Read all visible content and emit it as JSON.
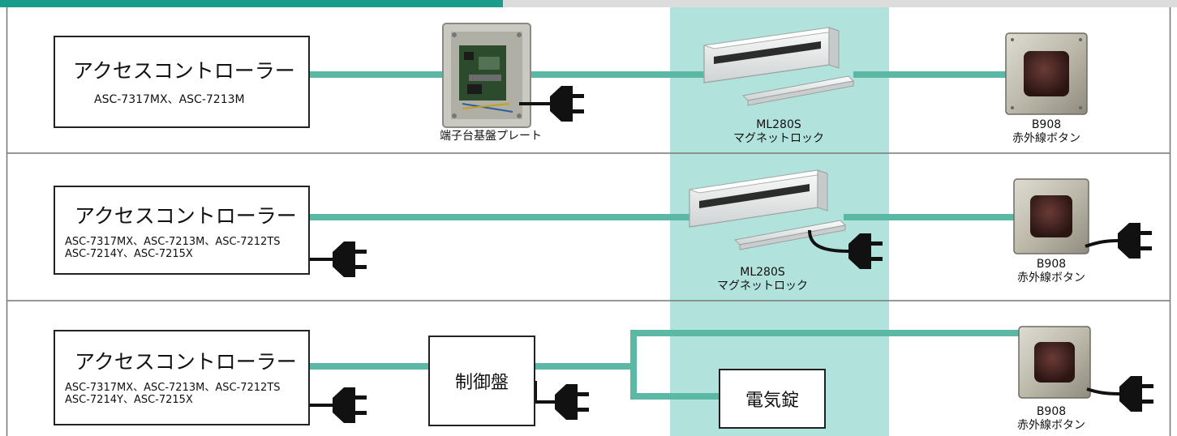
{
  "colors": {
    "header_teal": "#1a9c8a",
    "header_gray": "#dcdcdc",
    "highlight_column": "#b2e2dc",
    "wire": "#5bb8a4",
    "frame": "#777777",
    "plug": "#111111"
  },
  "rows": [
    {
      "controller_title": "アクセスコントローラー",
      "controller_models": [
        "ASC-7317MX、ASC-7213M"
      ],
      "terminal_plate_label": "端子台基盤プレート",
      "lock_model": "ML280S",
      "lock_name": "マグネットロック",
      "button_model": "B908",
      "button_name": "赤外線ボタン"
    },
    {
      "controller_title": "アクセスコントローラー",
      "controller_models": [
        "ASC-7317MX、ASC-7213M、ASC-7212TS",
        "ASC-7214Y、ASC-7215X"
      ],
      "lock_model": "ML280S",
      "lock_name": "マグネットロック",
      "button_model": "B908",
      "button_name": "赤外線ボタン"
    },
    {
      "controller_title": "アクセスコントローラー",
      "controller_models": [
        "ASC-7317MX、ASC-7213M、ASC-7212TS",
        "ASC-7214Y、ASC-7215X"
      ],
      "control_panel_label": "制御盤",
      "electric_lock_label": "電気錠",
      "button_model": "B908",
      "button_name": "赤外線ボタン"
    }
  ]
}
